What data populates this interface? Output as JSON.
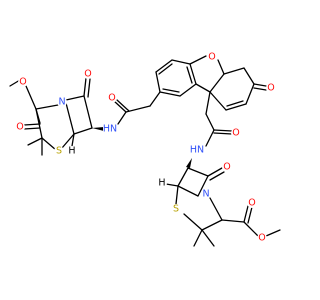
{
  "colors": {
    "bond": "#000000",
    "oxygen": "#ff0d0d",
    "nitrogen": "#3050f8",
    "sulfur": "#b8a200",
    "carbon_label": "#000000",
    "background": "#ffffff"
  },
  "atoms": [
    {
      "id": "o-ester-left",
      "text": "O",
      "element": "O"
    },
    {
      "id": "o-carbonyl-ester-left",
      "text": "O",
      "element": "O"
    },
    {
      "id": "n-ring-left",
      "text": "N",
      "element": "N"
    },
    {
      "id": "o-lactam-left",
      "text": "O",
      "element": "O"
    },
    {
      "id": "s-ring-left",
      "text": "S",
      "element": "S"
    },
    {
      "id": "h-stereo-left",
      "text": "H",
      "element": "H"
    },
    {
      "id": "nh-amide-left",
      "text": "HN",
      "element": "N"
    },
    {
      "id": "o-amide-left",
      "text": "O",
      "element": "O"
    },
    {
      "id": "o-furan",
      "text": "O",
      "element": "O"
    },
    {
      "id": "o-ketone",
      "text": "O",
      "element": "O"
    },
    {
      "id": "o-amide-right",
      "text": "O",
      "element": "O"
    },
    {
      "id": "nh-amide-right",
      "text": "HN",
      "element": "N"
    },
    {
      "id": "h-stereo-right",
      "text": "H",
      "element": "H"
    },
    {
      "id": "s-ring-right",
      "text": "S",
      "element": "S"
    },
    {
      "id": "n-ring-right",
      "text": "N",
      "element": "N"
    },
    {
      "id": "o-lactam-right",
      "text": "O",
      "element": "O"
    },
    {
      "id": "o-carbonyl-ester-right",
      "text": "O",
      "element": "O"
    },
    {
      "id": "o-ester-right",
      "text": "O",
      "element": "O"
    }
  ]
}
